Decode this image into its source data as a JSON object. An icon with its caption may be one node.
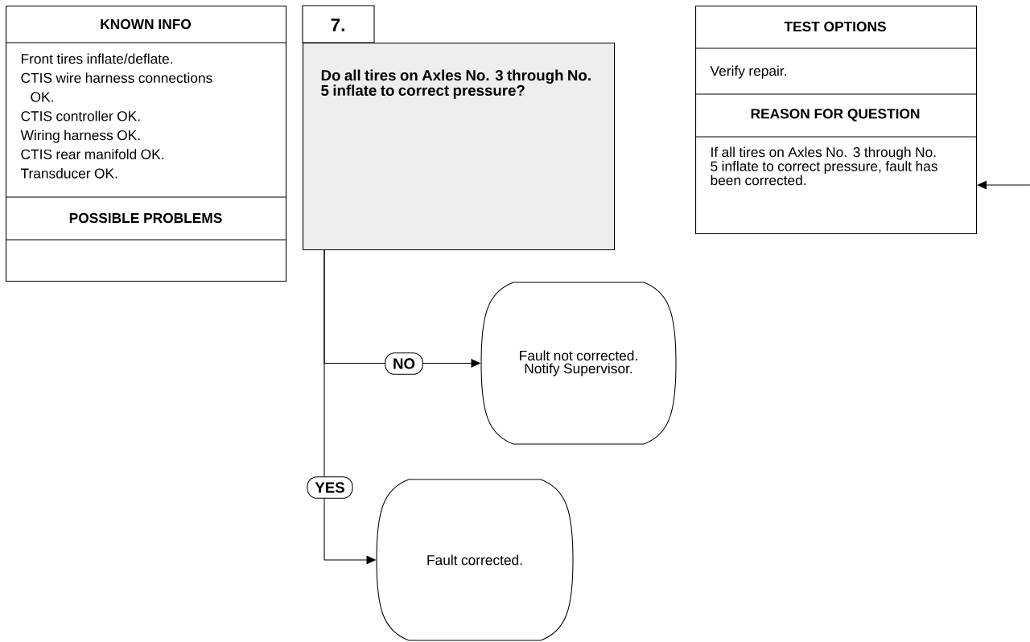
{
  "diagram": {
    "nodes": [
      {
        "text": [
          "KNOWN INFO",
          "Front tires inflate/deflate.",
          "CTIS wire harness connections OK.",
          "CTIS controller OK.",
          "Wiring harness OK.",
          "CTIS rear manifold OK.",
          "Transducer OK.",
          "POSSIBLE PROBLEMS"
        ]
      },
      {
        "text": [
          "7.",
          "Do all tires on Axles No. 3 through No. 5 inflate to correct pressure?"
        ]
      },
      {
        "text": [
          "TEST OPTIONS",
          "Verify repair.",
          "REASON FOR QUESTION",
          "If all tires on Axles No. 3 through No. 5 inflate to correct pressure, fault has been corrected."
        ]
      },
      {
        "text": [
          "Fault not corrected. Notify Supervisor."
        ]
      },
      {
        "text": [
          "Fault corrected."
        ]
      }
    ],
    "edges": [
      {
        "from": 1,
        "to": 3,
        "arrow": "to",
        "label": "NO"
      },
      {
        "from": 1,
        "to": 4,
        "arrow": "to",
        "label": "YES"
      },
      {
        "from": null,
        "to": 2,
        "arrow": "to"
      }
    ]
  }
}
